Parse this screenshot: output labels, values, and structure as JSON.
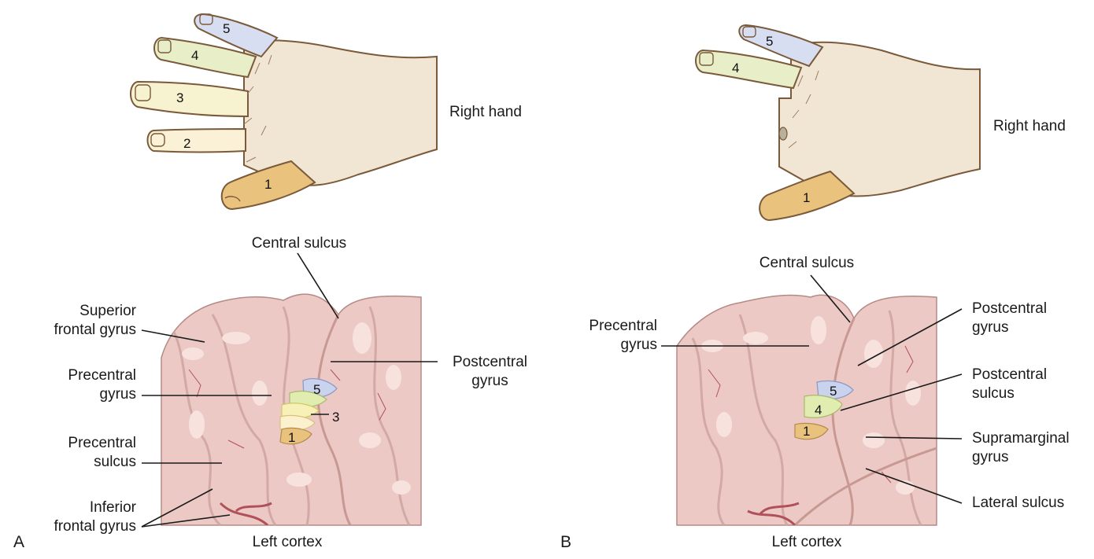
{
  "panels": [
    {
      "letter": "A",
      "hand_label": "Right hand",
      "fingers": [
        "1",
        "2",
        "3",
        "4",
        "5"
      ],
      "labels": {
        "central_sulcus": "Central sulcus",
        "superior_frontal_gyrus": [
          "Superior",
          "frontal gyrus"
        ],
        "precentral_gyrus": [
          "Precentral",
          "gyrus"
        ],
        "precentral_sulcus": [
          "Precentral",
          "sulcus"
        ],
        "inferior_frontal_gyrus": [
          "Inferior",
          "frontal gyrus"
        ],
        "postcentral_gyrus": [
          "Postcentral",
          "gyrus"
        ],
        "cortex": "Left cortex"
      },
      "map_digits": [
        "5",
        "3",
        "1"
      ]
    },
    {
      "letter": "B",
      "hand_label": "Right hand",
      "fingers": [
        "1",
        "4",
        "5"
      ],
      "labels": {
        "central_sulcus": "Central sulcus",
        "precentral_gyrus": [
          "Precentral",
          "gyrus"
        ],
        "postcentral_gyrus": [
          "Postcentral",
          "gyrus"
        ],
        "postcentral_sulcus": [
          "Postcentral",
          "sulcus"
        ],
        "supramarginal_gyrus": [
          "Supramarginal",
          "gyrus"
        ],
        "lateral_sulcus": "Lateral sulcus",
        "cortex": "Left cortex"
      },
      "map_digits": [
        "5",
        "4",
        "1"
      ]
    }
  ],
  "colors": {
    "skin": "#f1e6d4",
    "skin_outline": "#7a5a3a",
    "cortex": "#ecc9c4",
    "cortex_highlight": "#f7e2de",
    "vessel": "#b0505a",
    "digit1": "#e9c27e",
    "digit2": "#fbf1cf",
    "digit3": "#f7f1b8",
    "digit4": "#e0ecb0",
    "digit5": "#c9d3ee"
  }
}
